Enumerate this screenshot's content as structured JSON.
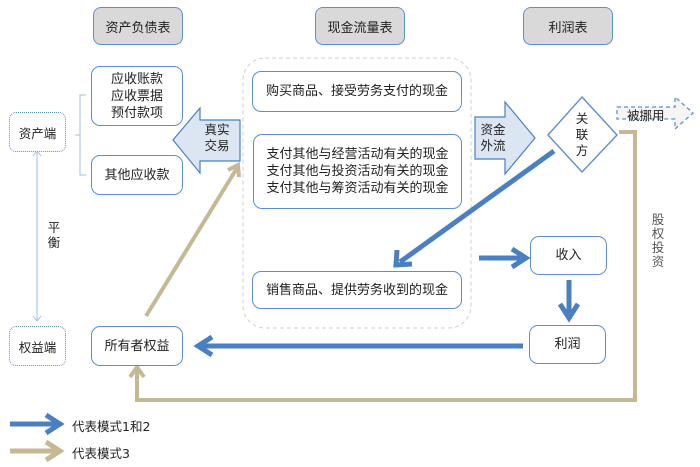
{
  "headers": {
    "balance_sheet": "资产负债表",
    "cash_flow": "现金流量表",
    "income_statement": "利润表"
  },
  "left_side": {
    "asset_side": "资产端",
    "equity_side": "权益端",
    "balance": "平衡"
  },
  "balance_boxes": {
    "receivables": "应收账款\n应收票据\n预付款项",
    "other_receivables": "其他应收款",
    "owners_equity": "所有者权益"
  },
  "cash_flow_boxes": {
    "purchase_cash": "购买商品、接受劳务支付的现金",
    "other_payments": "支付其他与经营活动有关的现金\n支付其他与投资活动有关的现金\n支付其他与筹资活动有关的现金",
    "sales_cash": "销售商品、提供劳务收到的现金"
  },
  "arrows": {
    "real_trade": "真实\n交易",
    "outflow": "资金\n外流",
    "misappropriated": "被挪用",
    "equity_investment": "股权投资"
  },
  "related_party": "关联方",
  "income_boxes": {
    "revenue": "收入",
    "profit": "利润"
  },
  "legend": [
    {
      "label": "代表模式1和2",
      "color": "#4a7fc1"
    },
    {
      "label": "代表模式3",
      "color": "#c4b993"
    }
  ],
  "colors": {
    "blue": "#4a7fc1",
    "tan": "#c4b993",
    "box_border": "#5b8fd1",
    "header_fill": "#d9d9d9",
    "arrow_fill": "#dce6f2"
  }
}
